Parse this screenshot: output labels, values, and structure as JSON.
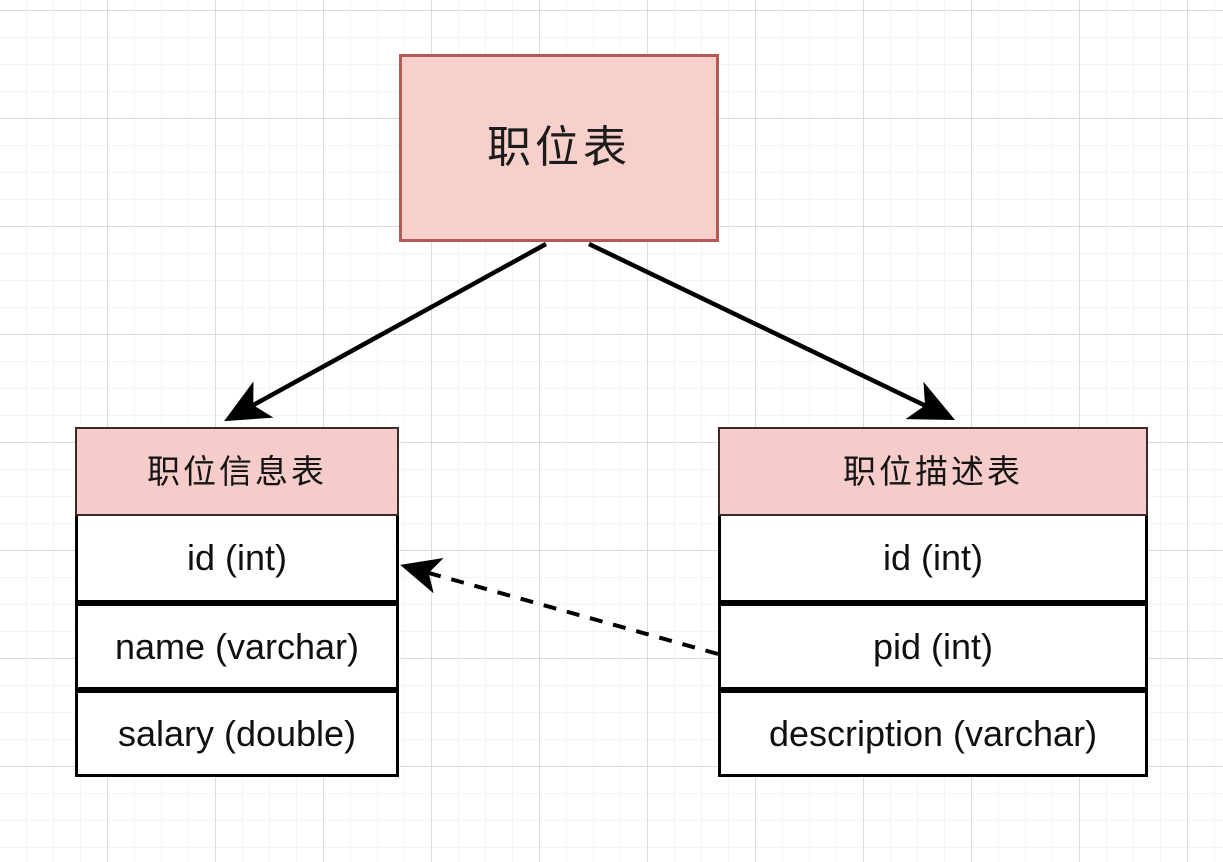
{
  "diagram": {
    "type": "entity-relationship-diagram",
    "background": {
      "grid": "graph-paper",
      "minor_color": "#f4f4f4",
      "major_color": "#dcdcdc",
      "page_color": "#ffffff"
    },
    "colors": {
      "header_fill": "#f5ccc9",
      "root_fill": "#f7cfcb",
      "root_border": "#b35a56",
      "row_fill": "#ffffff",
      "row_border": "#000000",
      "connector": "#000000"
    }
  },
  "root": {
    "title": "职位表"
  },
  "entities": [
    {
      "id": "position-info",
      "title": "职位信息表",
      "fields": [
        {
          "label": "id (int)"
        },
        {
          "label": "name (varchar)"
        },
        {
          "label": "salary (double)"
        }
      ]
    },
    {
      "id": "position-description",
      "title": "职位描述表",
      "fields": [
        {
          "label": "id (int)"
        },
        {
          "label": "pid (int)"
        },
        {
          "label": "description (varchar)"
        }
      ]
    }
  ],
  "connectors": [
    {
      "id": "root-to-left",
      "style": "solid",
      "from": "职位表",
      "to": "职位信息表",
      "arrowhead": "filled-triangle"
    },
    {
      "id": "root-to-right",
      "style": "solid",
      "from": "职位表",
      "to": "职位描述表",
      "arrowhead": "filled-triangle"
    },
    {
      "id": "pid-to-id",
      "style": "dashed",
      "from": "pid (int)",
      "to": "id (int)",
      "arrowhead": "filled-triangle"
    }
  ]
}
